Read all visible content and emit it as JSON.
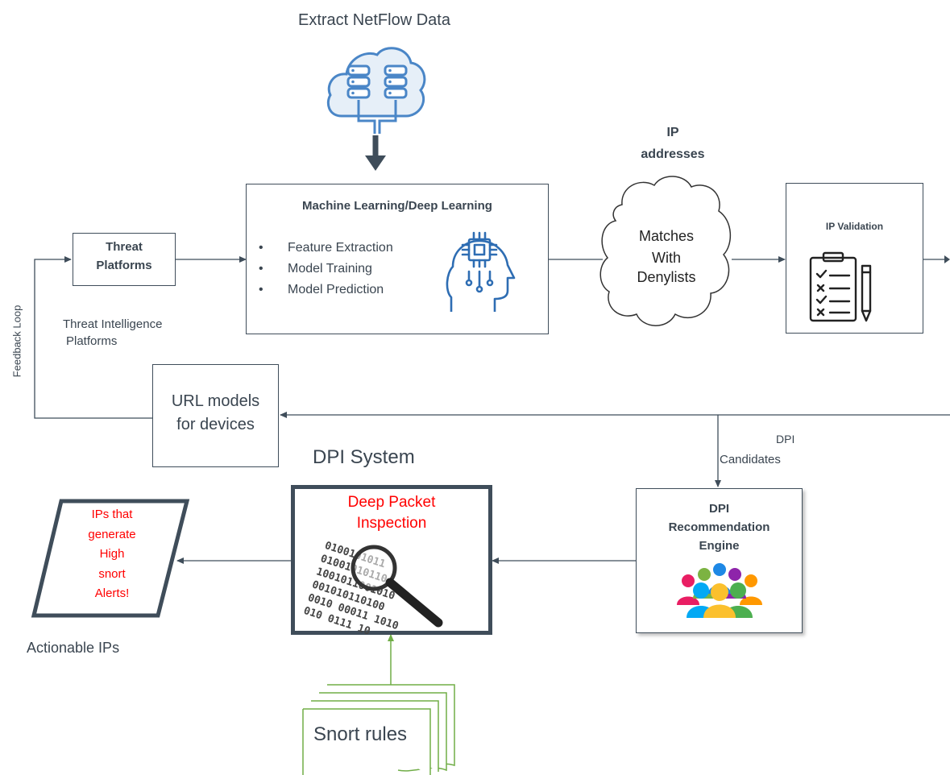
{
  "header": {
    "extract_label": "Extract NetFlow Data"
  },
  "threat_platforms": {
    "title_line1": "Threat",
    "title_line2": "Platforms",
    "caption_line1": "Threat Intelligence",
    "caption_line2": "Platforms"
  },
  "ml_box": {
    "title": "Machine  Learning/Deep Learning",
    "bullets": [
      "Feature Extraction",
      "Model Training",
      "Model Prediction"
    ]
  },
  "ip_cloud": {
    "label_line1": "IP",
    "label_line2": "addresses",
    "text_line1": "Matches",
    "text_line2": "With",
    "text_line3": "Denylists"
  },
  "ip_validation": {
    "title": "IP Validation"
  },
  "feedback_loop": {
    "label": "Feedback Loop"
  },
  "url_models": {
    "line1": "URL models",
    "line2": "for devices"
  },
  "dpi_candidates": {
    "line1": "DPI",
    "line2": "Candidates"
  },
  "dpi_system": {
    "label": "DPI System"
  },
  "dpi_box": {
    "title_line1": "Deep Packet",
    "title_line2": "Inspection"
  },
  "binary_text": [
    "0100101011",
    "01001010110",
    "1001011001010",
    "001010110100",
    "0010 00011 1010",
    "010 0111 10"
  ],
  "dpi_engine": {
    "line1": "DPI",
    "line2": "Recommendation",
    "line3": "Engine"
  },
  "actionable": {
    "lines": [
      "IPs that",
      "generate",
      "High",
      "snort",
      "Alerts!"
    ],
    "caption": "Actionable IPs"
  },
  "snort": {
    "label": "Snort rules"
  },
  "colors": {
    "stroke": "#3f4d5a",
    "text": "#3a4550",
    "alert_red": "#ff0000",
    "snort_green": "#70ad47",
    "cloud_blue": "#4a86c7",
    "cloud_fill": "#e6eff8"
  },
  "icons": [
    "cloud-database-icon",
    "ai-head-icon",
    "checklist-pencil-icon",
    "magnifier-icon",
    "people-group-icon"
  ]
}
